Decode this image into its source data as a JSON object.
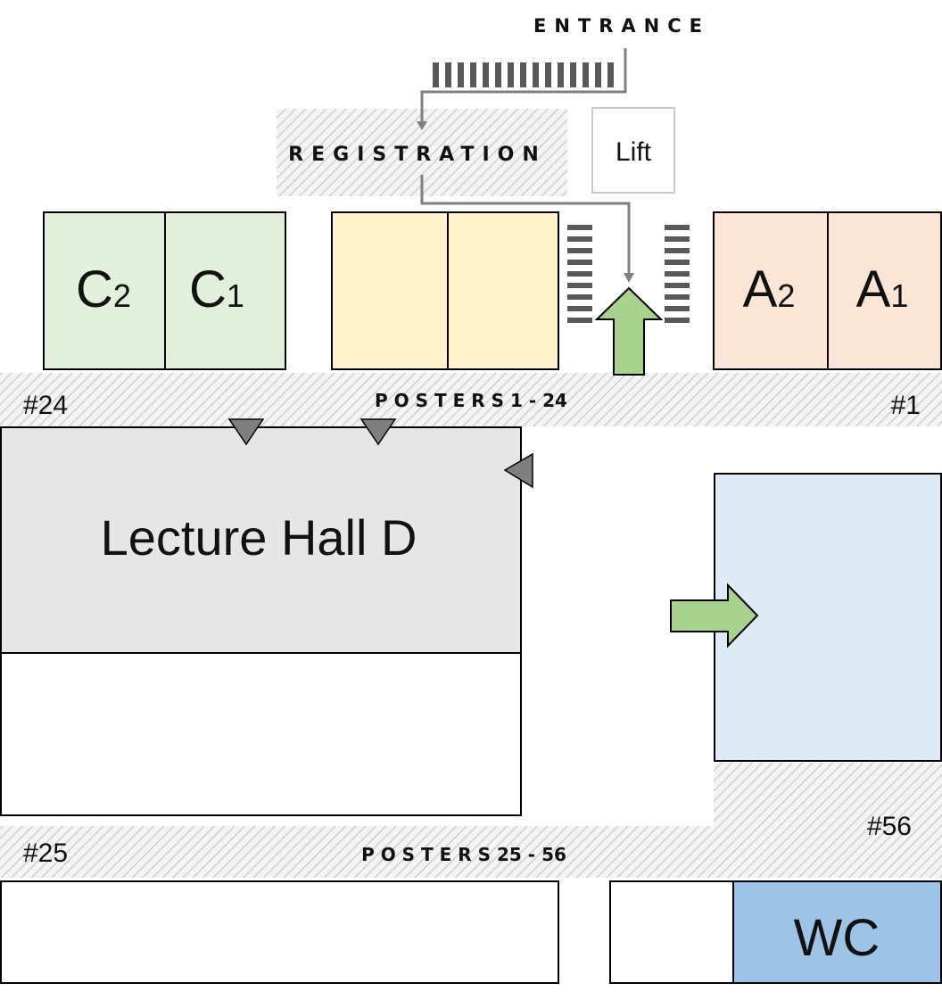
{
  "entrance": {
    "label": "ENTRANCE"
  },
  "registration": {
    "label": "REGISTRATION"
  },
  "lift": {
    "label": "Lift"
  },
  "rooms": {
    "c2": {
      "letter": "C",
      "sub": "2",
      "color": "#e2efda"
    },
    "c1": {
      "letter": "C",
      "sub": "1",
      "color": "#e2efda"
    },
    "a2": {
      "letter": "A",
      "sub": "2",
      "color": "#fbe5d6"
    },
    "a1": {
      "letter": "A",
      "sub": "1",
      "color": "#fbe5d6"
    },
    "b_left": {
      "color": "#fff2cc"
    },
    "b_right": {
      "color": "#fff2cc"
    },
    "lecture_hall": {
      "label": "Lecture Hall D",
      "color": "#e7e6e6"
    },
    "blue_room": {
      "color": "#deebf7"
    },
    "wc": {
      "label": "WC",
      "color": "#9dc3e6"
    }
  },
  "posters_top": {
    "label": "P O S T E R S 1 - 24",
    "start": "#24",
    "end": "#1"
  },
  "posters_bottom": {
    "label": "P O S T E R S 25 - 56",
    "start": "#25",
    "end": "#56"
  },
  "colors": {
    "arrow_fill": "#a9d18e",
    "triangle_fill": "#7f7f7f",
    "route_line": "#808080",
    "stairs": "#595959"
  }
}
